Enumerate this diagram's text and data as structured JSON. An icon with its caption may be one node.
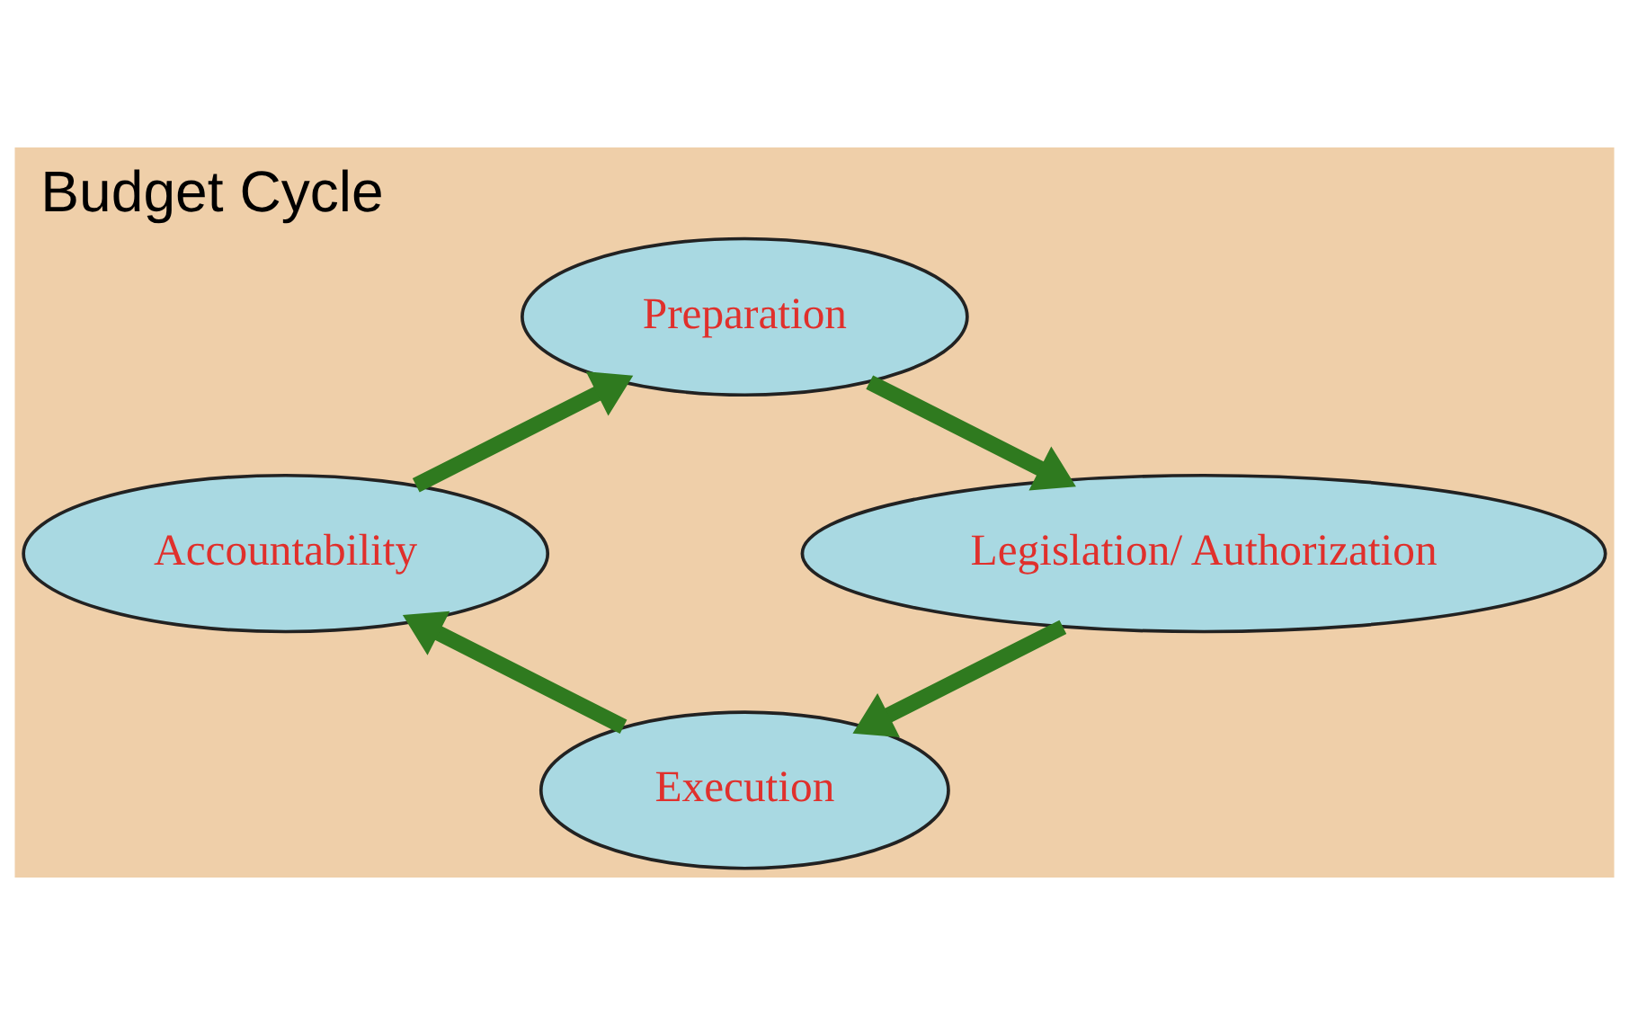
{
  "diagram": {
    "title": "Budget Cycle",
    "nodes": [
      {
        "text": [
          "Preparation"
        ]
      },
      {
        "text": [
          "Legislation/ Authorization"
        ]
      },
      {
        "text": [
          "Execution"
        ]
      },
      {
        "text": [
          "Accountability"
        ]
      }
    ],
    "edges": [
      {
        "from": 0,
        "to": 1,
        "arrow": "to"
      },
      {
        "from": 1,
        "to": 2,
        "arrow": "to"
      },
      {
        "from": 2,
        "to": 3,
        "arrow": "to"
      },
      {
        "from": 3,
        "to": 0,
        "arrow": "to"
      }
    ]
  }
}
